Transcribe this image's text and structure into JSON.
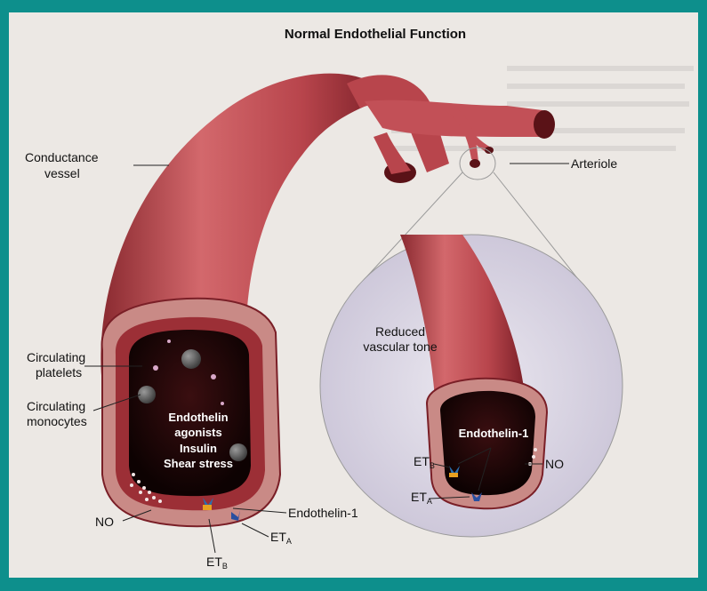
{
  "title": "Normal Endothelial Function",
  "labels": {
    "conductance_line1": "Conductance",
    "conductance_line2": "vessel",
    "arteriole": "Arteriole",
    "platelets_line1": "Circulating",
    "platelets_line2": "platelets",
    "monocytes_line1": "Circulating",
    "monocytes_line2": "monocytes",
    "endothelin_agonists_line1": "Endothelin",
    "endothelin_agonists_line2": "agonists",
    "insulin": "Insulin",
    "shear_stress": "Shear stress",
    "no_left": "NO",
    "endothelin1_left": "Endothelin-1",
    "eta_left": "ET",
    "eta_left_sub": "A",
    "etb_left": "ET",
    "etb_left_sub": "B",
    "reduced_line1": "Reduced",
    "reduced_line2": "vascular tone",
    "endothelin1_right": "Endothelin-1",
    "etb_right": "ET",
    "etb_right_sub": "B",
    "eta_right": "ET",
    "eta_right_sub": "A",
    "no_right": "NO"
  },
  "colors": {
    "frame": "#0d8f8c",
    "background": "#ece8e4",
    "vessel": "#b8454c",
    "vessel_dark": "#7a1f27",
    "lumen": "#1a0606",
    "wall": "#c98a86",
    "inset_circle": "#dcd7e6"
  }
}
